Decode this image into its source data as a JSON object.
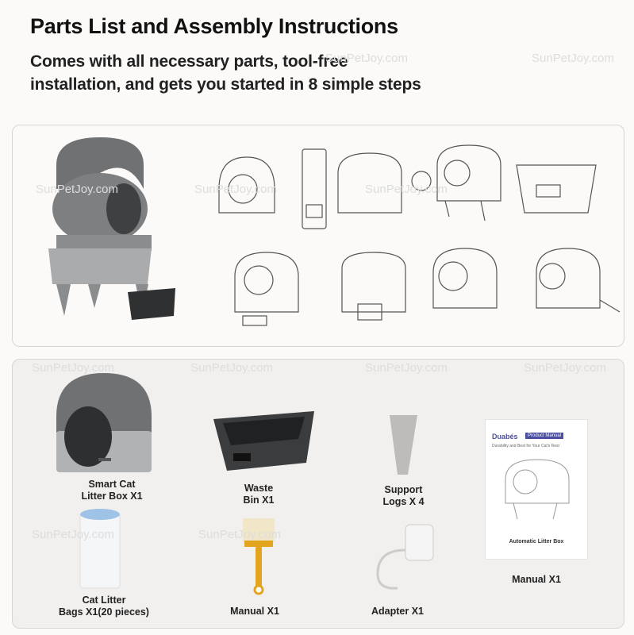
{
  "header": {
    "title": "Parts List and Assembly Instructions",
    "subtitle_line1": "Comes with all necessary parts, tool-free",
    "subtitle_line2": "installation, and gets you started in 8 simple steps"
  },
  "watermark": "SunPetJoy.com",
  "assembly_steps_count": 8,
  "parts": [
    {
      "label_line1": "Smart Cat",
      "label_line2": "Litter Box X1"
    },
    {
      "label_line1": "Waste",
      "label_line2": "Bin X1"
    },
    {
      "label_line1": "Support",
      "label_line2": "Logs X 4"
    },
    {
      "label_line1": "Manual X1",
      "label_line2": ""
    },
    {
      "label_line1": "Cat Litter",
      "label_line2": "Bags X1(20 pieces)"
    },
    {
      "label_line1": "Manual X1",
      "label_line2": ""
    },
    {
      "label_line1": "Adapter X1",
      "label_line2": ""
    }
  ],
  "manual_cover": {
    "brand": "Duabés",
    "badge": "Product Manual",
    "tagline": "Durability and Best for Your Cat's Rest",
    "footer": "Automatic Litter Box"
  },
  "colors": {
    "device_gray": "#6f7173",
    "device_light": "#a9abad",
    "brush": "#e3a420",
    "bag_lid": "#9ec3e6"
  }
}
